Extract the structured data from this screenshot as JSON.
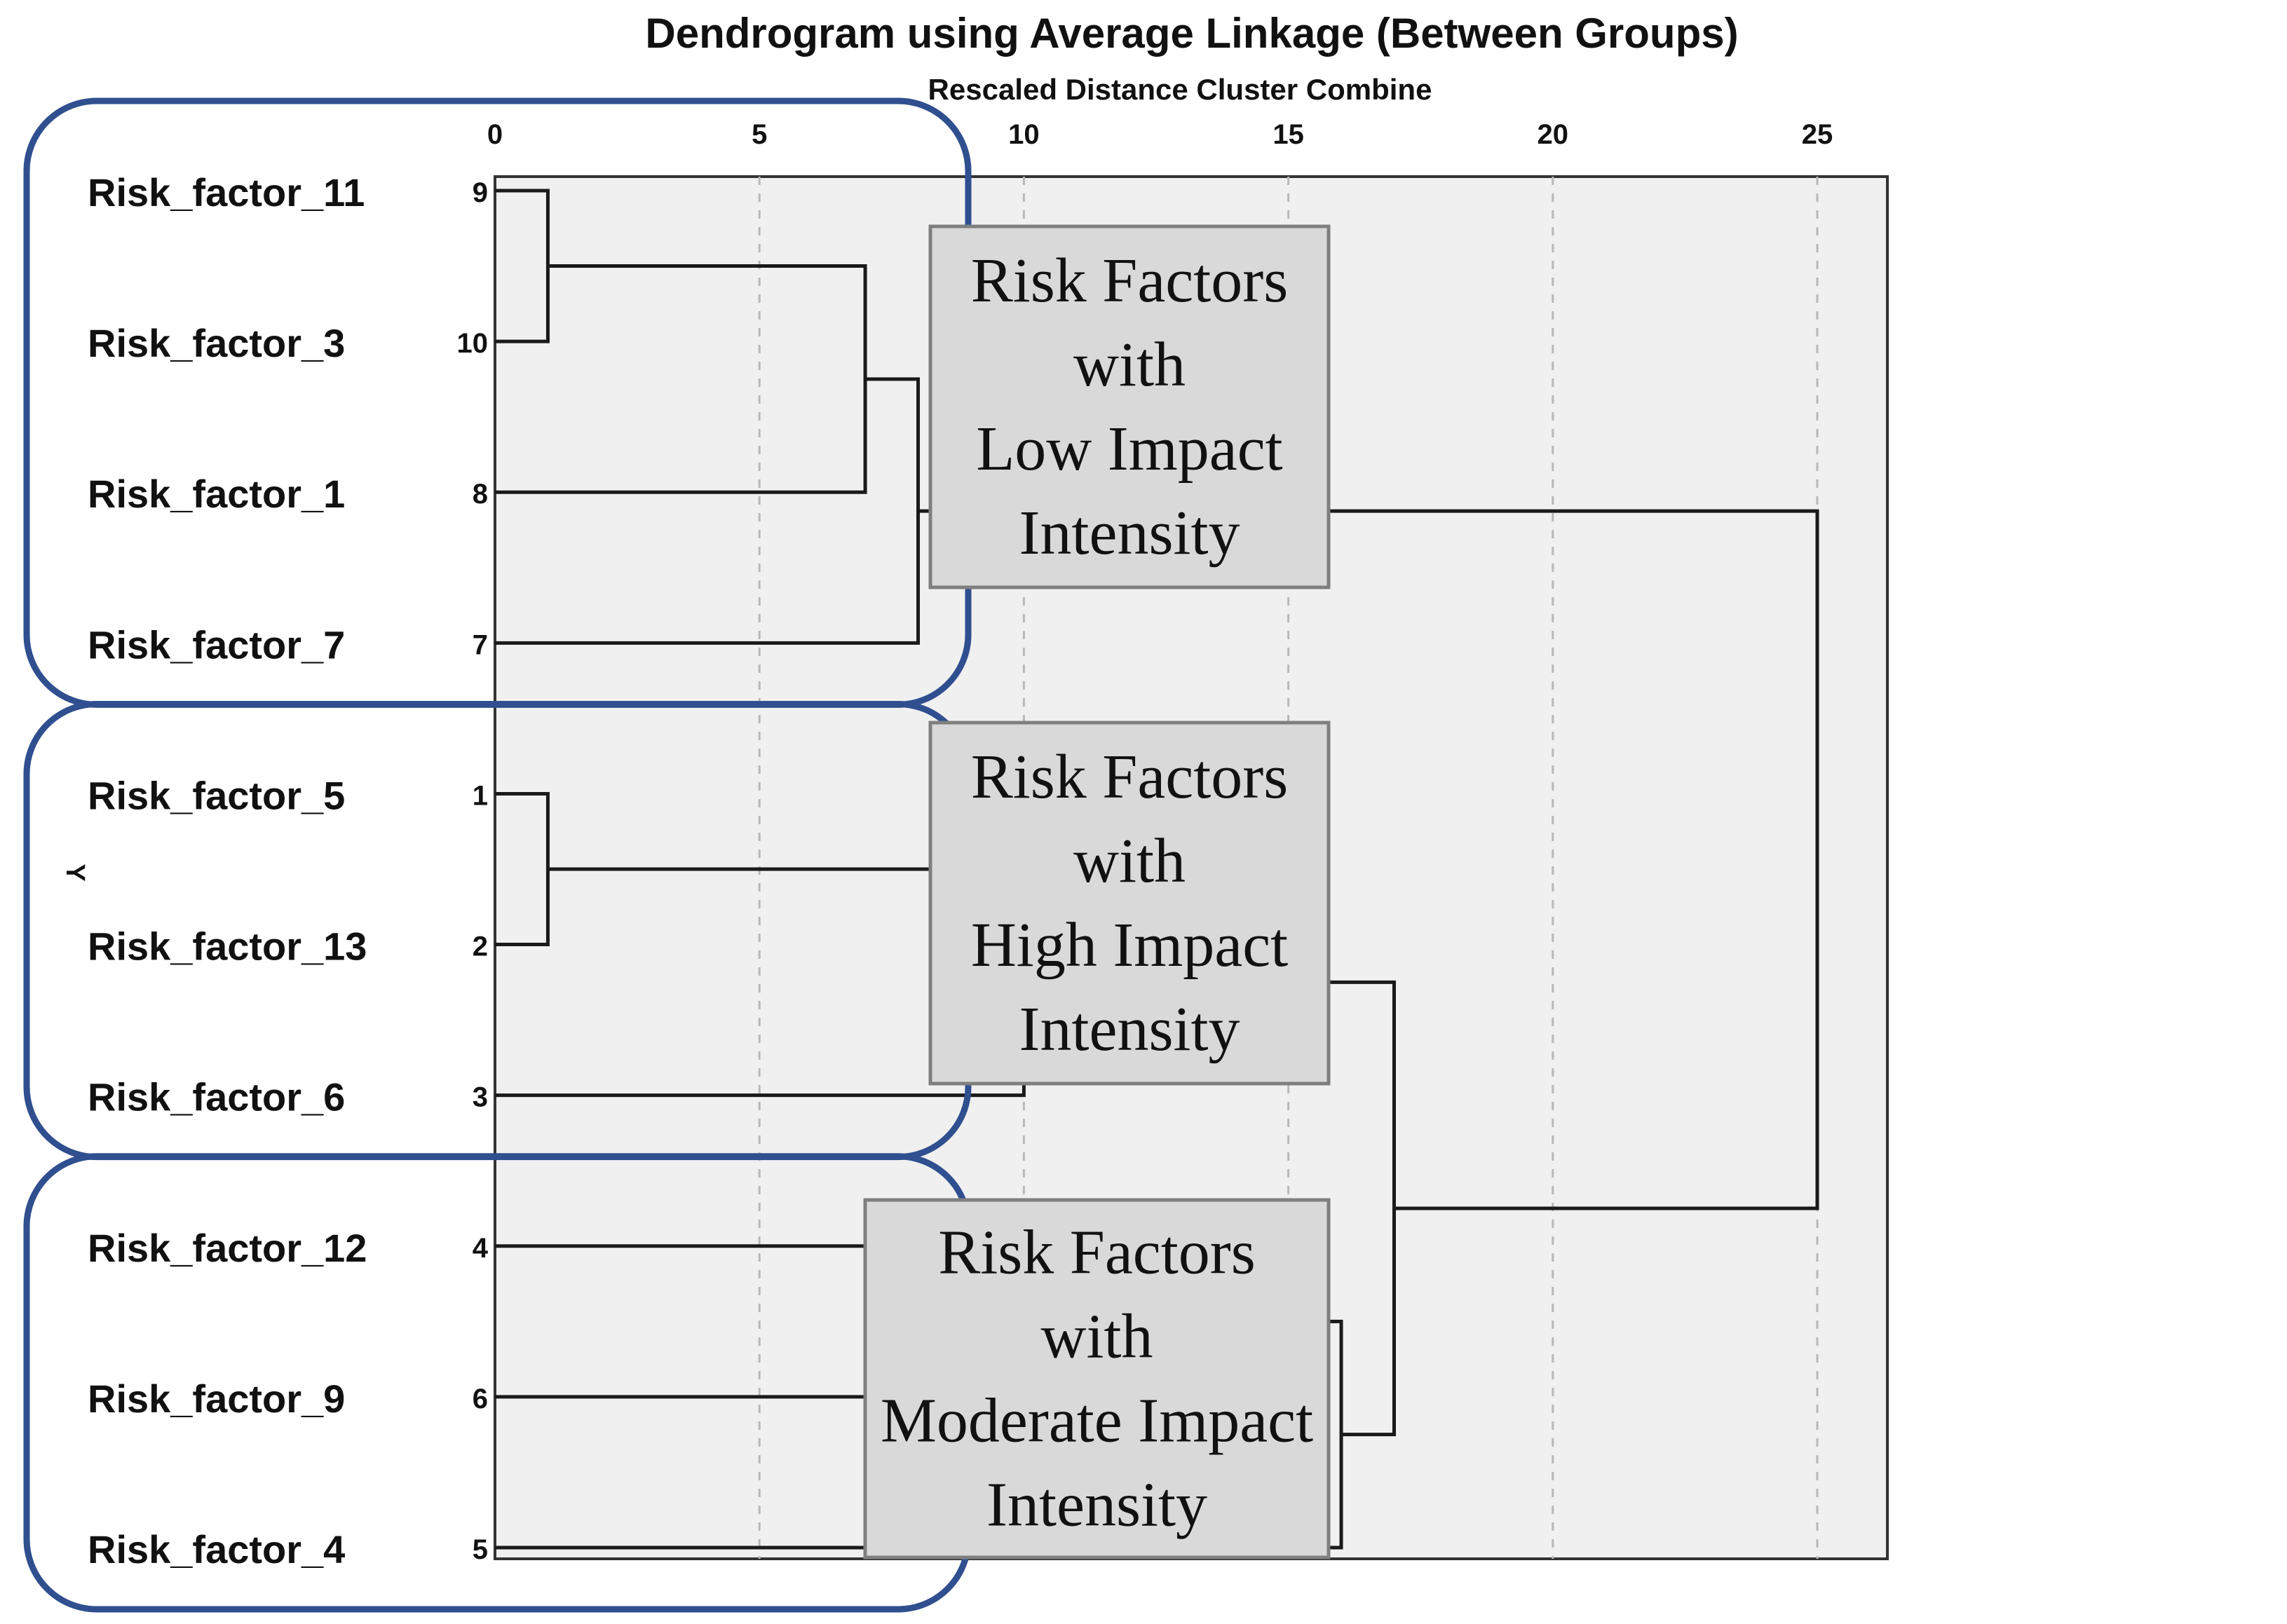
{
  "chart_data": {
    "type": "dendrogram",
    "title": "Dendrogram using Average Linkage (Between Groups)",
    "xlabel": "Rescaled Distance Cluster Combine",
    "ylabel": "Y",
    "xlim": [
      0,
      26
    ],
    "xticks": [
      0,
      5,
      10,
      15,
      20,
      25
    ],
    "grid": "vertical dashed",
    "leaves": [
      {
        "label": "Risk_factor_11",
        "case": "9"
      },
      {
        "label": "Risk_factor_3",
        "case": "10"
      },
      {
        "label": "Risk_factor_1",
        "case": "8"
      },
      {
        "label": "Risk_factor_7",
        "case": "7"
      },
      {
        "label": "Risk_factor_5",
        "case": "1"
      },
      {
        "label": "Risk_factor_13",
        "case": "2"
      },
      {
        "label": "Risk_factor_6",
        "case": "3"
      },
      {
        "label": "Risk_factor_12",
        "case": "4"
      },
      {
        "label": "Risk_factor_9",
        "case": "6"
      },
      {
        "label": "Risk_factor_4",
        "case": "5"
      }
    ],
    "merges": [
      {
        "a": "L0",
        "b": "L1",
        "distance": 1
      },
      {
        "a": "L4",
        "b": "L5",
        "distance": 1
      },
      {
        "a": "M0",
        "b": "L2",
        "distance": 7
      },
      {
        "a": "M2",
        "b": "L3",
        "distance": 8
      },
      {
        "a": "M1",
        "b": "L6",
        "distance": 10
      },
      {
        "a": "L7",
        "b": "L8",
        "distance": 11
      },
      {
        "a": "M5",
        "b": "L9",
        "distance": 16
      },
      {
        "a": "M4",
        "b": "M6",
        "distance": 17
      },
      {
        "a": "M3",
        "b": "M7",
        "distance": 25
      }
    ],
    "annotations": [
      {
        "lines": [
          "Risk Factors",
          "with",
          "Low Impact",
          "Intensity"
        ],
        "group": [
          0,
          3
        ]
      },
      {
        "lines": [
          "Risk Factors",
          "with",
          "High Impact",
          "Intensity"
        ],
        "group": [
          4,
          6
        ]
      },
      {
        "lines": [
          "Risk Factors",
          "with",
          "Moderate Impact",
          "Intensity"
        ],
        "group": [
          7,
          9
        ]
      }
    ],
    "colors": {
      "plot_bg": "#f0f0f0",
      "line": "#1a1a1a",
      "grid": "#b8b8b8",
      "group_box": "#2f4f8f",
      "arrow": "#4472c4",
      "annotation_bg": "#d9d9d9",
      "annotation_border": "#7f7f7f"
    }
  }
}
